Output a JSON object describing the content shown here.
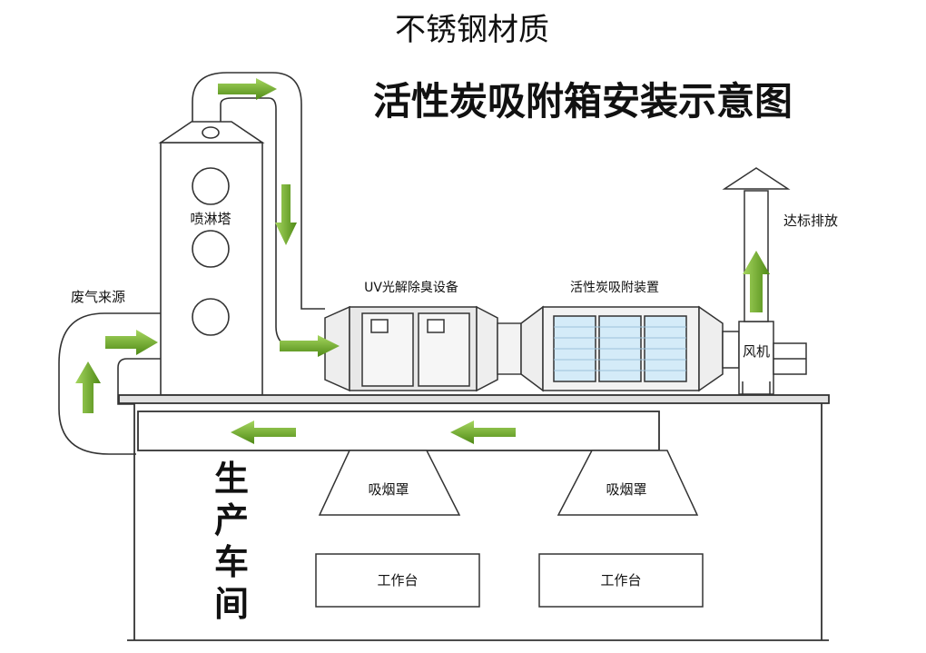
{
  "header": {
    "material": "不锈钢材质",
    "title": "活性炭吸附箱安装示意图"
  },
  "labels": {
    "spray_tower": "喷淋塔",
    "exhaust_source": "废气来源",
    "uv_device": "UV光解除臭设备",
    "carbon_device": "活性炭吸附装置",
    "discharge": "达标排放",
    "fan": "风机",
    "workshop": [
      "生",
      "产",
      "车",
      "间"
    ],
    "hood_left": "吸烟罩",
    "hood_right": "吸烟罩",
    "bench_left": "工作台",
    "bench_right": "工作台"
  },
  "colors": {
    "arrow_green": "#5c9a1e",
    "arrow_light": "#9fd05a",
    "line": "#333333",
    "filter_blue": "#d4ebf8"
  }
}
